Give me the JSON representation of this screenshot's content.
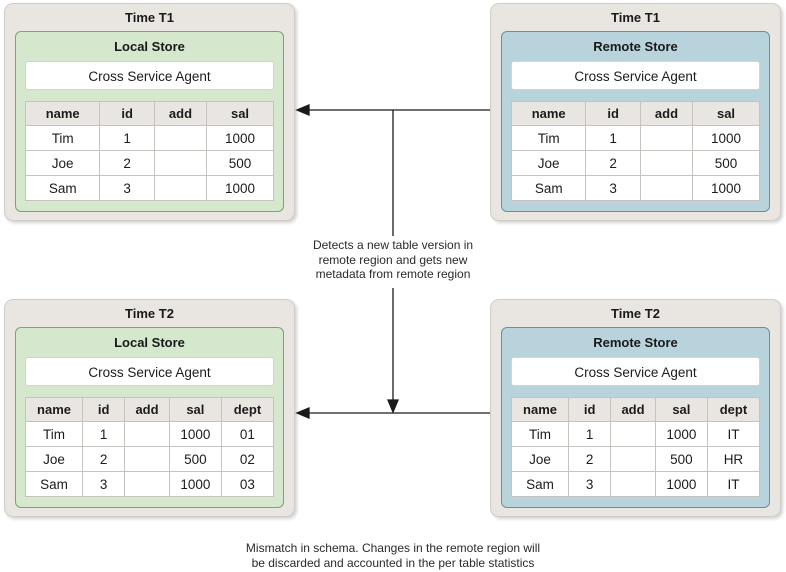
{
  "theme": {
    "panel-bg": "#e9e6e2",
    "panel-border": "#cfccc7",
    "local-bg": "#d5e7cc",
    "local-border": "#7aa56b",
    "remote-bg": "#b9d3dd",
    "remote-border": "#6292a8",
    "white-box-border": "#d6d3cf",
    "table-border": "#c6c3be",
    "table-header-bg": "#e9e6e2",
    "text": "#1c1c1c",
    "arrow": "#1a1a1a"
  },
  "panels": [
    {
      "time_label": "Time T1",
      "store_label": "Local Store",
      "agent_label": "Cross Service Agent",
      "table": {
        "headers": [
          "name",
          "id",
          "add",
          "sal"
        ],
        "rows": [
          [
            "Tim",
            "1",
            "",
            "1000"
          ],
          [
            "Joe",
            "2",
            "",
            "500"
          ],
          [
            "Sam",
            "3",
            "",
            "1000"
          ]
        ]
      }
    },
    {
      "time_label": "Time T1",
      "store_label": "Remote Store",
      "agent_label": "Cross Service Agent",
      "table": {
        "headers": [
          "name",
          "id",
          "add",
          "sal"
        ],
        "rows": [
          [
            "Tim",
            "1",
            "",
            "1000"
          ],
          [
            "Joe",
            "2",
            "",
            "500"
          ],
          [
            "Sam",
            "3",
            "",
            "1000"
          ]
        ]
      }
    },
    {
      "time_label": "Time T2",
      "store_label": "Local Store",
      "agent_label": "Cross Service Agent",
      "table": {
        "headers": [
          "name",
          "id",
          "add",
          "sal",
          "dept"
        ],
        "rows": [
          [
            "Tim",
            "1",
            "",
            "1000",
            "01"
          ],
          [
            "Joe",
            "2",
            "",
            "500",
            "02"
          ],
          [
            "Sam",
            "3",
            "",
            "1000",
            "03"
          ]
        ]
      }
    },
    {
      "time_label": "Time T2",
      "store_label": "Remote Store",
      "agent_label": "Cross Service Agent",
      "table": {
        "headers": [
          "name",
          "id",
          "add",
          "sal",
          "dept"
        ],
        "rows": [
          [
            "Tim",
            "1",
            "",
            "1000",
            "IT"
          ],
          [
            "Joe",
            "2",
            "",
            "500",
            "HR"
          ],
          [
            "Sam",
            "3",
            "",
            "1000",
            "IT"
          ]
        ]
      }
    }
  ],
  "annotations": {
    "middle_note": {
      "line1": "Detects a new table version in",
      "line2": "remote region and gets new",
      "line3": "metadata from remote region"
    },
    "bottom_caption": {
      "line1": "Mismatch in schema. Changes in the remote region will",
      "line2": "be discarded and accounted in the per table statistics"
    }
  }
}
